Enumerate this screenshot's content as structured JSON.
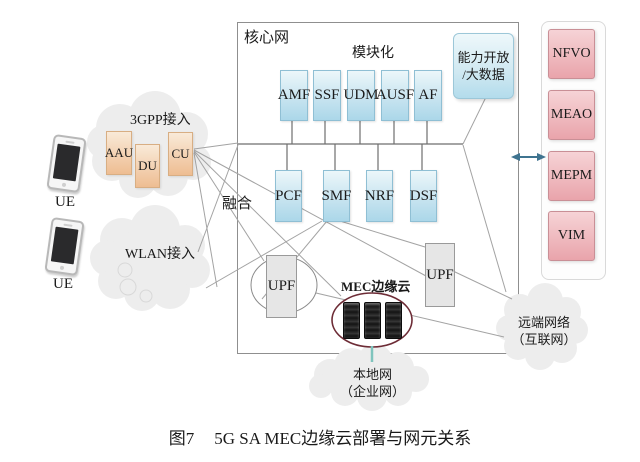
{
  "figure": {
    "caption_prefix": "图7",
    "caption_title": "5G SA MEC边缘云部署与网元关系"
  },
  "core": {
    "title": "核心网",
    "modularity_label": "模块化",
    "fusion_label": "融合",
    "row1": [
      "AMF",
      "SSF",
      "UDM",
      "AUSF",
      "AF"
    ],
    "row2": [
      "PCF",
      "SMF",
      "NRF",
      "DSF"
    ],
    "capability_box": {
      "line1": "能力开放",
      "line2": "/大数据"
    }
  },
  "access": {
    "gpp_cloud_label": "3GPP接入",
    "wlan_cloud_label": "WLAN接入",
    "ran": [
      "AAU",
      "DU",
      "CU"
    ],
    "ue_labels": [
      "UE",
      "UE"
    ]
  },
  "user_plane": {
    "upf1": "UPF",
    "upf2": "UPF"
  },
  "mec": {
    "label": "MEC边缘云"
  },
  "networks": {
    "local": {
      "line1": "本地网",
      "line2": "（企业网）"
    },
    "remote": {
      "line1": "远端网络",
      "line2": "（互联网）"
    }
  },
  "mano": [
    "NFVO",
    "MEAO",
    "MEPM",
    "VIM"
  ],
  "colors": {
    "nf_blue": "#c8e4f0",
    "mano_pink": "#e9a4ab",
    "ran_orange": "#eebd92",
    "upf_grey": "#e6e6e6",
    "mec_ellipse": "#6d2c36",
    "local_link_teal": "#7fc4bd",
    "mano_arrow": "#3f7490",
    "line_grey": "#a3a3a3"
  }
}
